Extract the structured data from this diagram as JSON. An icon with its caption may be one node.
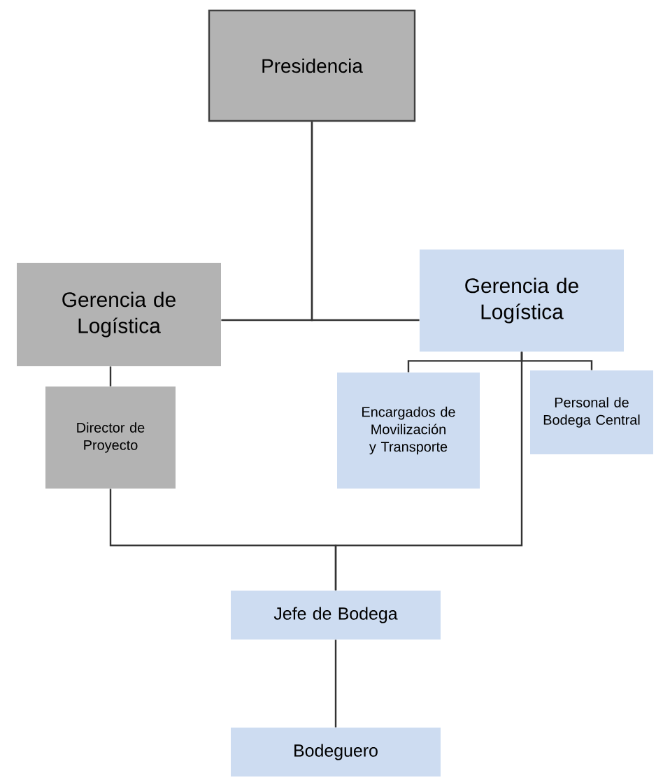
{
  "diagram": {
    "nodes": [
      {
        "text": [
          "Presidencia"
        ]
      },
      {
        "text": [
          "Gerencia de Logística"
        ]
      },
      {
        "text": [
          "Gerencia de Logística"
        ]
      },
      {
        "text": [
          "Director de Proyecto"
        ]
      },
      {
        "text": [
          "Encargados de Movilización y Transporte"
        ]
      },
      {
        "text": [
          "Personal de Bodega Central"
        ]
      },
      {
        "text": [
          "Jefe de Bodega"
        ]
      },
      {
        "text": [
          "Bodeguero"
        ]
      }
    ],
    "edges": [
      {
        "from": 0,
        "to": 1,
        "arrow": "none"
      },
      {
        "from": 0,
        "to": 2,
        "arrow": "none"
      },
      {
        "from": 1,
        "to": 3,
        "arrow": "none"
      },
      {
        "from": 2,
        "to": 4,
        "arrow": "none"
      },
      {
        "from": 2,
        "to": 5,
        "arrow": "none"
      },
      {
        "from": 3,
        "to": 6,
        "arrow": "none"
      },
      {
        "from": 2,
        "to": 6,
        "arrow": "none"
      },
      {
        "from": 6,
        "to": 7,
        "arrow": "none"
      }
    ]
  }
}
